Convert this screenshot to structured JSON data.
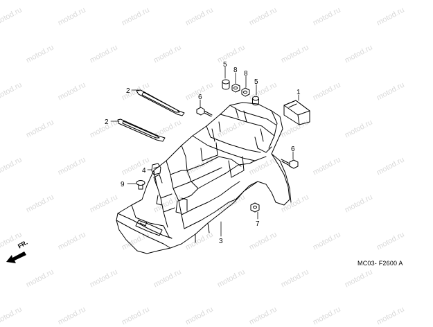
{
  "watermark": "motod.ru",
  "diagram_code": "MC03- F2600 A",
  "front_arrow_label": "FR.",
  "callouts": [
    "1",
    "2",
    "2",
    "3",
    "4",
    "5",
    "5",
    "6",
    "6",
    "7",
    "8",
    "8",
    "9"
  ],
  "colors": {
    "line": "#000000",
    "watermark": "#d9d9d9",
    "background": "#ffffff"
  }
}
